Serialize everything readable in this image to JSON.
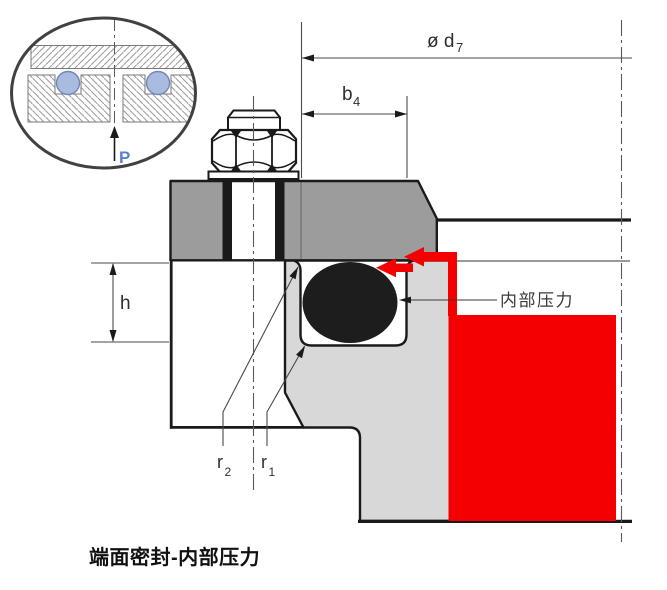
{
  "figure": {
    "caption": "端面密封-内部压力",
    "detail_inset": {
      "pressure_label": "P"
    },
    "dimensions": {
      "d7": {
        "base": "ø d",
        "sub": "7"
      },
      "b4": {
        "base": "b",
        "sub": "4"
      },
      "h": "h",
      "r2": {
        "base": "r",
        "sub": "2"
      },
      "r1": {
        "base": "r",
        "sub": "1"
      }
    },
    "annotations": {
      "internal_pressure": "内部压力"
    },
    "colors": {
      "upper_flange_gray": "#9c9c9c",
      "lower_flange_gray": "#d8d8d8",
      "pressure_red": "#f40000",
      "oring_black": "#1d1d1d",
      "seal_blue_fill": "#a9bcdf",
      "seal_blue_stroke": "#7186ba",
      "pressure_label_blue": "#5b7fd0",
      "outline_black": "#1a1a1a"
    }
  }
}
